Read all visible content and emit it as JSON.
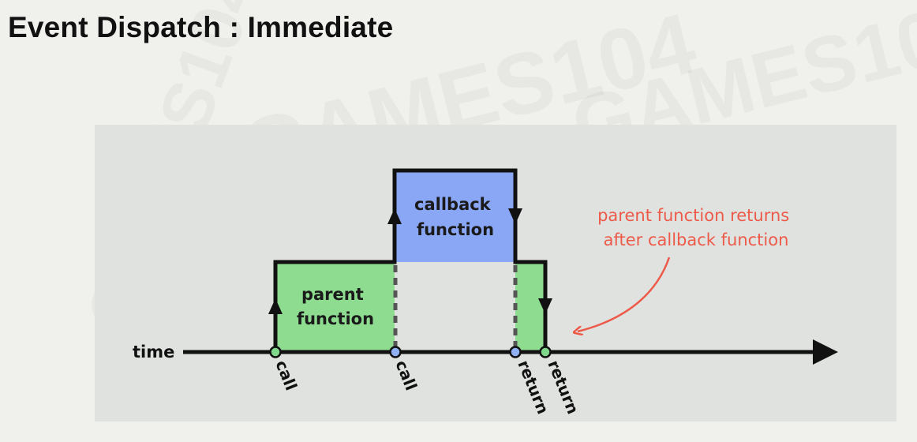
{
  "slide": {
    "title": "Event Dispatch : Immediate"
  },
  "diagram": {
    "axis_label": "time",
    "blocks": {
      "parent": [
        "parent",
        "function"
      ],
      "callback": [
        "callback",
        "function"
      ]
    },
    "points": {
      "p1": "call",
      "p2": "call",
      "p3": "return",
      "p4": "return"
    },
    "annotation": [
      "parent function returns",
      "after callback function"
    ],
    "colors": {
      "parent_fill": "#8ddc8f",
      "callback_fill": "#8aa7f5",
      "annotation": "#ee5a4a",
      "green_dot": "#7fd88a",
      "blue_dot": "#8fb0f5",
      "line": "#111111"
    }
  }
}
